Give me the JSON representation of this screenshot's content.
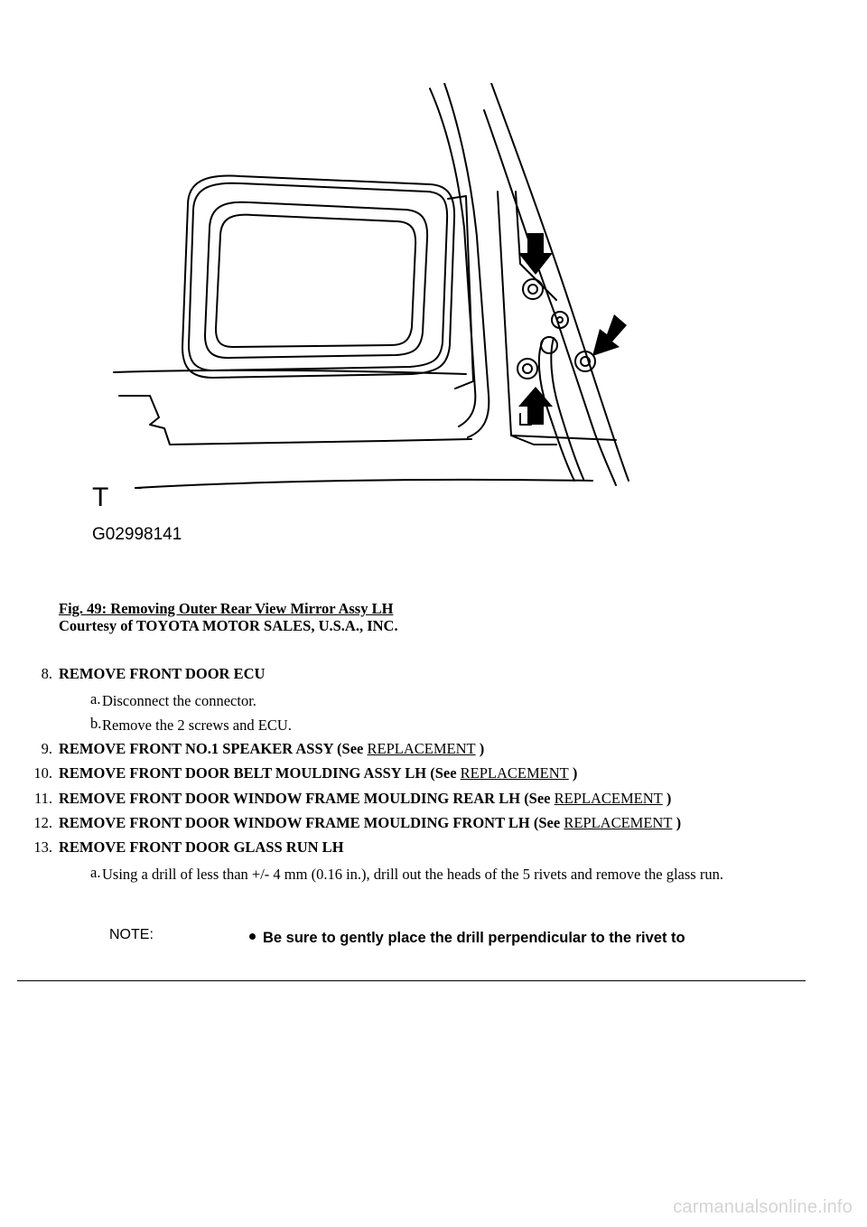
{
  "figure": {
    "view_letter": "T",
    "figure_code": "G02998141"
  },
  "caption": {
    "title": "Fig. 49: Removing Outer Rear View Mirror Assy LH",
    "credit": "Courtesy of TOYOTA MOTOR SALES, U.S.A., INC."
  },
  "steps": [
    {
      "num": "8.",
      "text": "REMOVE FRONT DOOR ECU",
      "link": "",
      "close": ""
    },
    {
      "num": "9.",
      "text": "REMOVE FRONT NO.1 SPEAKER ASSY (See ",
      "link": "REPLACEMENT",
      "close": " )"
    },
    {
      "num": "10.",
      "text": "REMOVE FRONT DOOR BELT MOULDING ASSY LH (See ",
      "link": "REPLACEMENT",
      "close": " )"
    },
    {
      "num": "11.",
      "text": "REMOVE FRONT DOOR WINDOW FRAME MOULDING REAR LH (See ",
      "link": "REPLACEMENT",
      "close": " )"
    },
    {
      "num": "12.",
      "text": "REMOVE FRONT DOOR WINDOW FRAME MOULDING FRONT LH (See ",
      "link": "REPLACEMENT",
      "close": " )"
    },
    {
      "num": "13.",
      "text": "REMOVE FRONT DOOR GLASS RUN LH",
      "link": "",
      "close": ""
    }
  ],
  "substeps_8": [
    {
      "num": "a.",
      "text": "Disconnect the connector."
    },
    {
      "num": "b.",
      "text": "Remove the 2 screws and ECU."
    }
  ],
  "substeps_13": [
    {
      "num": "a.",
      "text": "Using a drill of less than +/- 4 mm (0.16 in.), drill out the heads of the 5 rivets and remove the glass run."
    }
  ],
  "note": {
    "label": "NOTE:",
    "item": "Be sure to gently place the drill perpendicular to the rivet to"
  },
  "watermark": "carmanualsonline.info"
}
